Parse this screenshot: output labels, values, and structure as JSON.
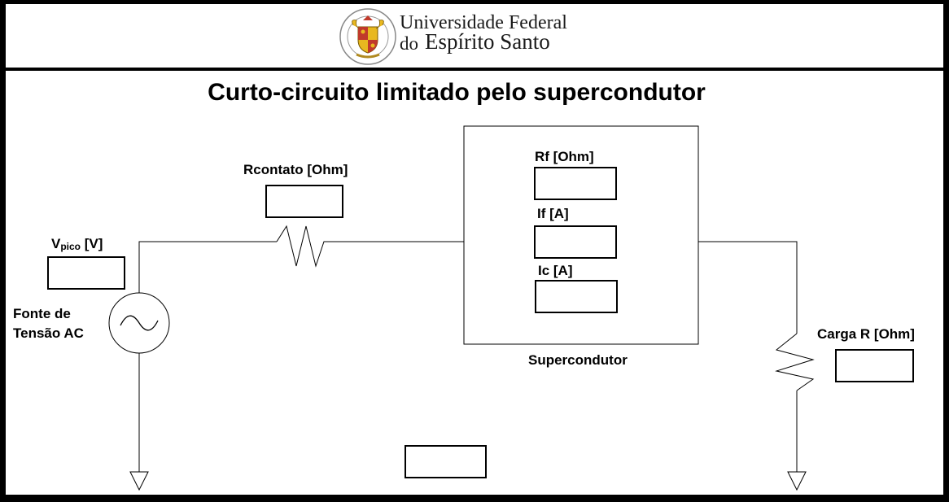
{
  "header": {
    "institution_line1": "Universidade Federal",
    "institution_line2_prefix": "do",
    "institution_line2_main": "Espírito Santo",
    "seal_icon": "ufes-seal-icon"
  },
  "diagram": {
    "title": "Curto-circuito limitado pelo supercondutor",
    "vpico_label_main": "V",
    "vpico_label_sub": "pico",
    "vpico_label_unit": " [V]",
    "source_label_line1": "Fonte de",
    "source_label_line2": "Tensão AC",
    "rcontato_label": "Rcontato [Ohm]",
    "rf_label": "Rf [Ohm]",
    "if_label": "If [A]",
    "ic_label": "Ic [A]",
    "superconductor_label": "Supercondutor",
    "load_label": "Carga R [Ohm]"
  },
  "fields": {
    "vpico": "",
    "rcontato": "",
    "rf": "",
    "if": "",
    "ic": "",
    "carga": "",
    "bottom": ""
  }
}
